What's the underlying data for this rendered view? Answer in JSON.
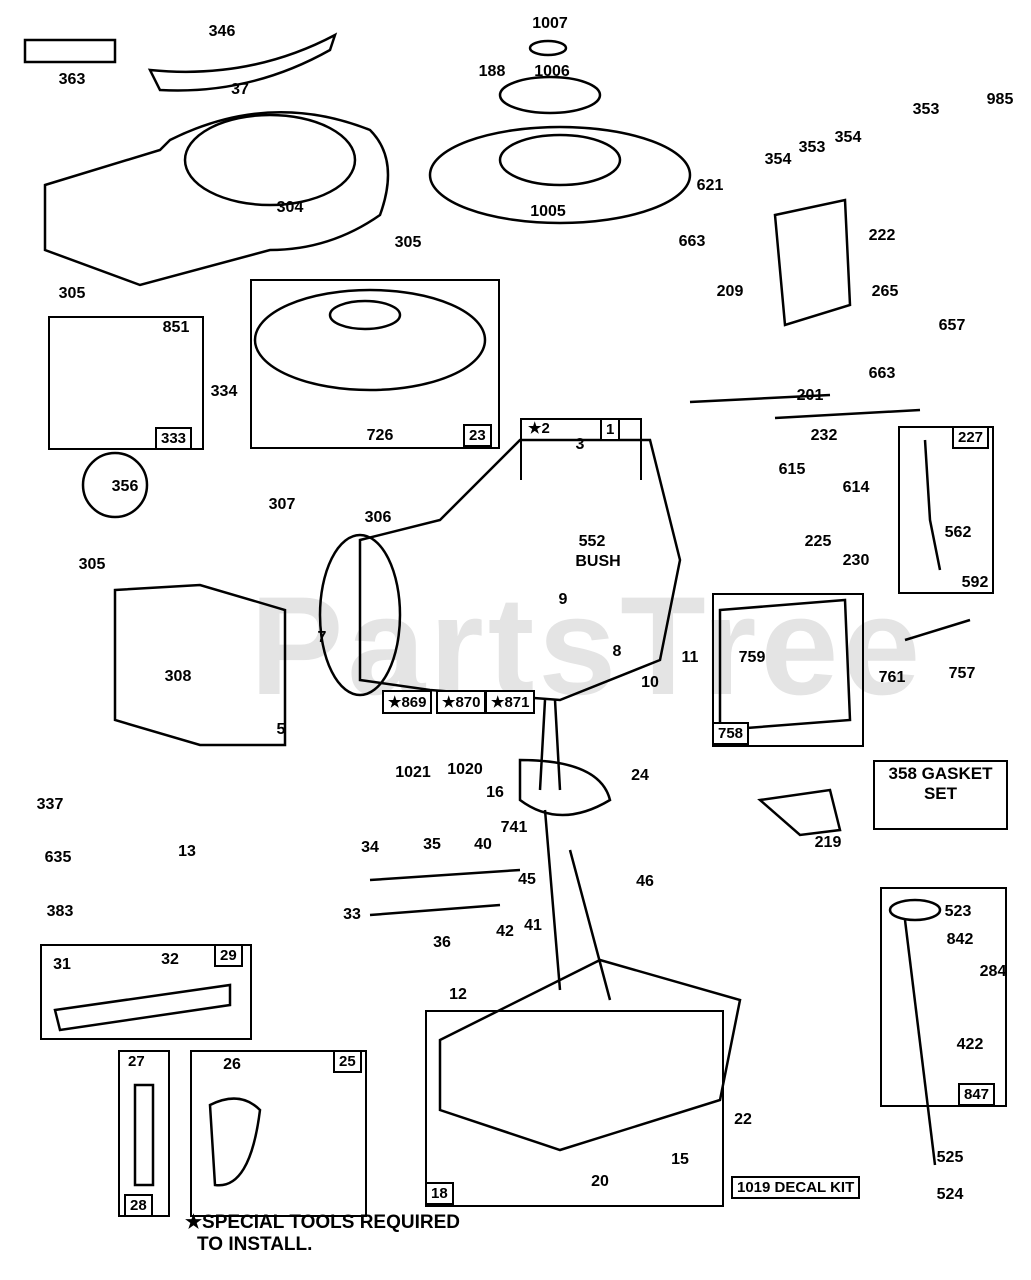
{
  "watermark": "PartsTree",
  "labels": [
    "363",
    "346",
    "37",
    "1007",
    "188",
    "1006",
    "985",
    "353",
    "354",
    "353",
    "354",
    "1005",
    "621",
    "663",
    "222",
    "209",
    "265",
    "657",
    "663",
    "201",
    "232",
    "304",
    "305",
    "305",
    "851",
    "334",
    "726",
    "356",
    "307",
    "306",
    "305",
    "3",
    "552",
    "BUSH",
    "9",
    "8",
    "11",
    "10",
    "7",
    "615",
    "614",
    "225",
    "230",
    "562",
    "592",
    "759",
    "761",
    "757",
    "308",
    "5",
    "1021",
    "1020",
    "16",
    "24",
    "219",
    "337",
    "13",
    "635",
    "34",
    "35",
    "40",
    "741",
    "45",
    "46",
    "383",
    "33",
    "36",
    "42",
    "41",
    "523",
    "842",
    "284",
    "31",
    "32",
    "12",
    "422",
    "26",
    "22",
    "15",
    "20",
    "525",
    "524"
  ],
  "boxed": {
    "b333": "333",
    "b23": "23",
    "b1": "1",
    "b227": "227",
    "b758": "758",
    "b29": "29",
    "b27": "27",
    "b28": "28",
    "b25": "25",
    "b18": "18",
    "b847": "847",
    "star2": "★2",
    "s869": "★869",
    "s870": "★870",
    "s871": "★871"
  },
  "gasket_set": {
    "line1": "358 GASKET",
    "line2": "SET"
  },
  "decal_kit": "1019 DECAL KIT",
  "note": {
    "line1": "★SPECIAL TOOLS REQUIRED",
    "line2": "TO INSTALL."
  }
}
